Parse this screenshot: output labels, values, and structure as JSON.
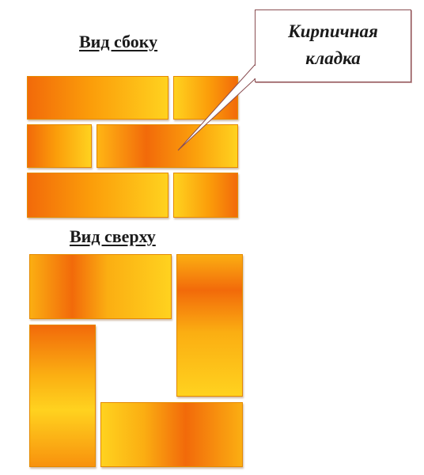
{
  "labels": {
    "side_view": "Вид сбоку",
    "top_view": "Вид сверху"
  },
  "callout": {
    "line1": "Кирпичная",
    "line2": "кладка"
  },
  "colors": {
    "brick_dark": "#f26a0a",
    "brick_mid": "#fb9d0a",
    "brick_light": "#ffd21f",
    "callout_border": "#8a4e52"
  }
}
